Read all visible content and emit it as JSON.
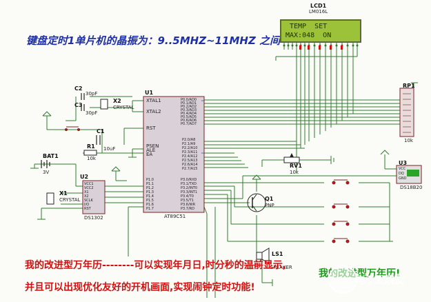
{
  "title": "键盘定时1单片机的晶振为：9..5MHZ~11MHZ 之间",
  "lcd": {
    "ref": "LCD1",
    "part": "LM016L",
    "line1": " TEMP  SET",
    "line2": "MAX:048  ON"
  },
  "labels": {
    "u1": "U1",
    "u1_part": "AT89C51",
    "u2": "U2",
    "u2_part": "DS1302",
    "u3": "U3",
    "u3_part": "DS18B20",
    "x1": "X1",
    "x2": "X2",
    "crystal": "CRYSTAL",
    "c1": "C1",
    "c2": "C2",
    "c3": "C3",
    "c1_val": "10uF",
    "c2_val": "30pF",
    "c3_val": "30pF",
    "r1": "R1",
    "r1_val": "10k",
    "rv1": "RV1",
    "rv1_val": "10k",
    "rp1": "RP1",
    "rp1_val": "10k",
    "bat1": "BAT1",
    "bat1_val": "3V",
    "q1": "Q1",
    "q1_part": "PNP",
    "ls1": "LS1",
    "ls1_part": "SPEAKER",
    "xtal1": "XTAL1",
    "xtal2": "XTAL2",
    "rst": "RST",
    "psen": "PSEN",
    "ale": "ALE",
    "ea": "EA",
    "u2_pins": [
      "VCC1",
      "VCC2",
      "X1",
      "X2",
      "SCLK",
      "I/O",
      "RST"
    ],
    "u3_pins": [
      "VCC",
      "DQ",
      "GND"
    ],
    "p0_pins": [
      "P0.0/AD0",
      "P0.1/AD1",
      "P0.2/AD2",
      "P0.3/AD3",
      "P0.4/AD4",
      "P0.5/AD5",
      "P0.6/AD6",
      "P0.7/AD7"
    ],
    "p2_pins": [
      "P2.0/A8",
      "P2.1/A9",
      "P2.2/A10",
      "P2.3/A11",
      "P2.4/A12",
      "P2.5/A13",
      "P2.6/A14",
      "P2.7/A15"
    ],
    "p3_pins": [
      "P3.0/RXD",
      "P3.1/TXD",
      "P3.2/INT0",
      "P3.3/INT1",
      "P3.4/T0",
      "P3.5/T1",
      "P3.6/WR",
      "P3.7/RD"
    ],
    "p1_pins": [
      "P1.0",
      "P1.1",
      "P1.2",
      "P1.3",
      "P1.4",
      "P1.5",
      "P1.6",
      "P1.7"
    ]
  },
  "notes": {
    "line1": "我的改进型万年历--------可以实现年月日,时分秒的",
    "line1_strike": "温前",
    "line1_end": "显示,",
    "line2": "并且可以出现优化友好的开机画面,实现闹钟定时功能!",
    "green_note": "我的改进型万年历!"
  },
  "watermark": "电子发烧友",
  "colors": {
    "wire": "#2e7b2e",
    "red": "#d40f0f",
    "blue": "#1e2fa8",
    "chip_fill": "#d9d0d8",
    "chip_edge": "#7a2020",
    "lcd_bg": "#9cc23a"
  }
}
